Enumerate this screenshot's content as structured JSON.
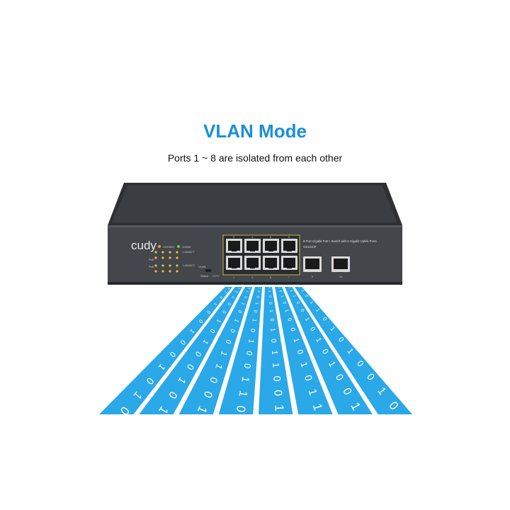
{
  "title": "VLAN Mode",
  "subtitle": "Ports 1 ~ 8 are isolated from each other",
  "device": {
    "brand": "cudy",
    "description": "8-Port Gigabit PoE+ Switch with 2 Gigabit Uplink Ports",
    "model": "GS1010P",
    "led_legend": [
      "10/100M",
      "1000M"
    ],
    "lan_act_label": "LAN/ACT",
    "poe_label": "PoE",
    "vlan_label": "VLAN",
    "default_label": "Default",
    "cctv_label": "CCTV",
    "port_numbers_top": [
      "2",
      "4",
      "6",
      "8"
    ],
    "port_numbers_bottom": [
      "1",
      "3",
      "5",
      "7"
    ],
    "uplink_port_numbers": [
      "9",
      "10"
    ]
  },
  "streams": [
    "0101001001010",
    "1010010100101",
    "0101010011001",
    "1001010100110",
    "0100101011001",
    "1010100101011",
    "0110010101001",
    "1001101010010"
  ],
  "colors": {
    "accent": "#1a8fd6",
    "stream": "#2aa8e8",
    "switch_body": "#3a3d42"
  }
}
